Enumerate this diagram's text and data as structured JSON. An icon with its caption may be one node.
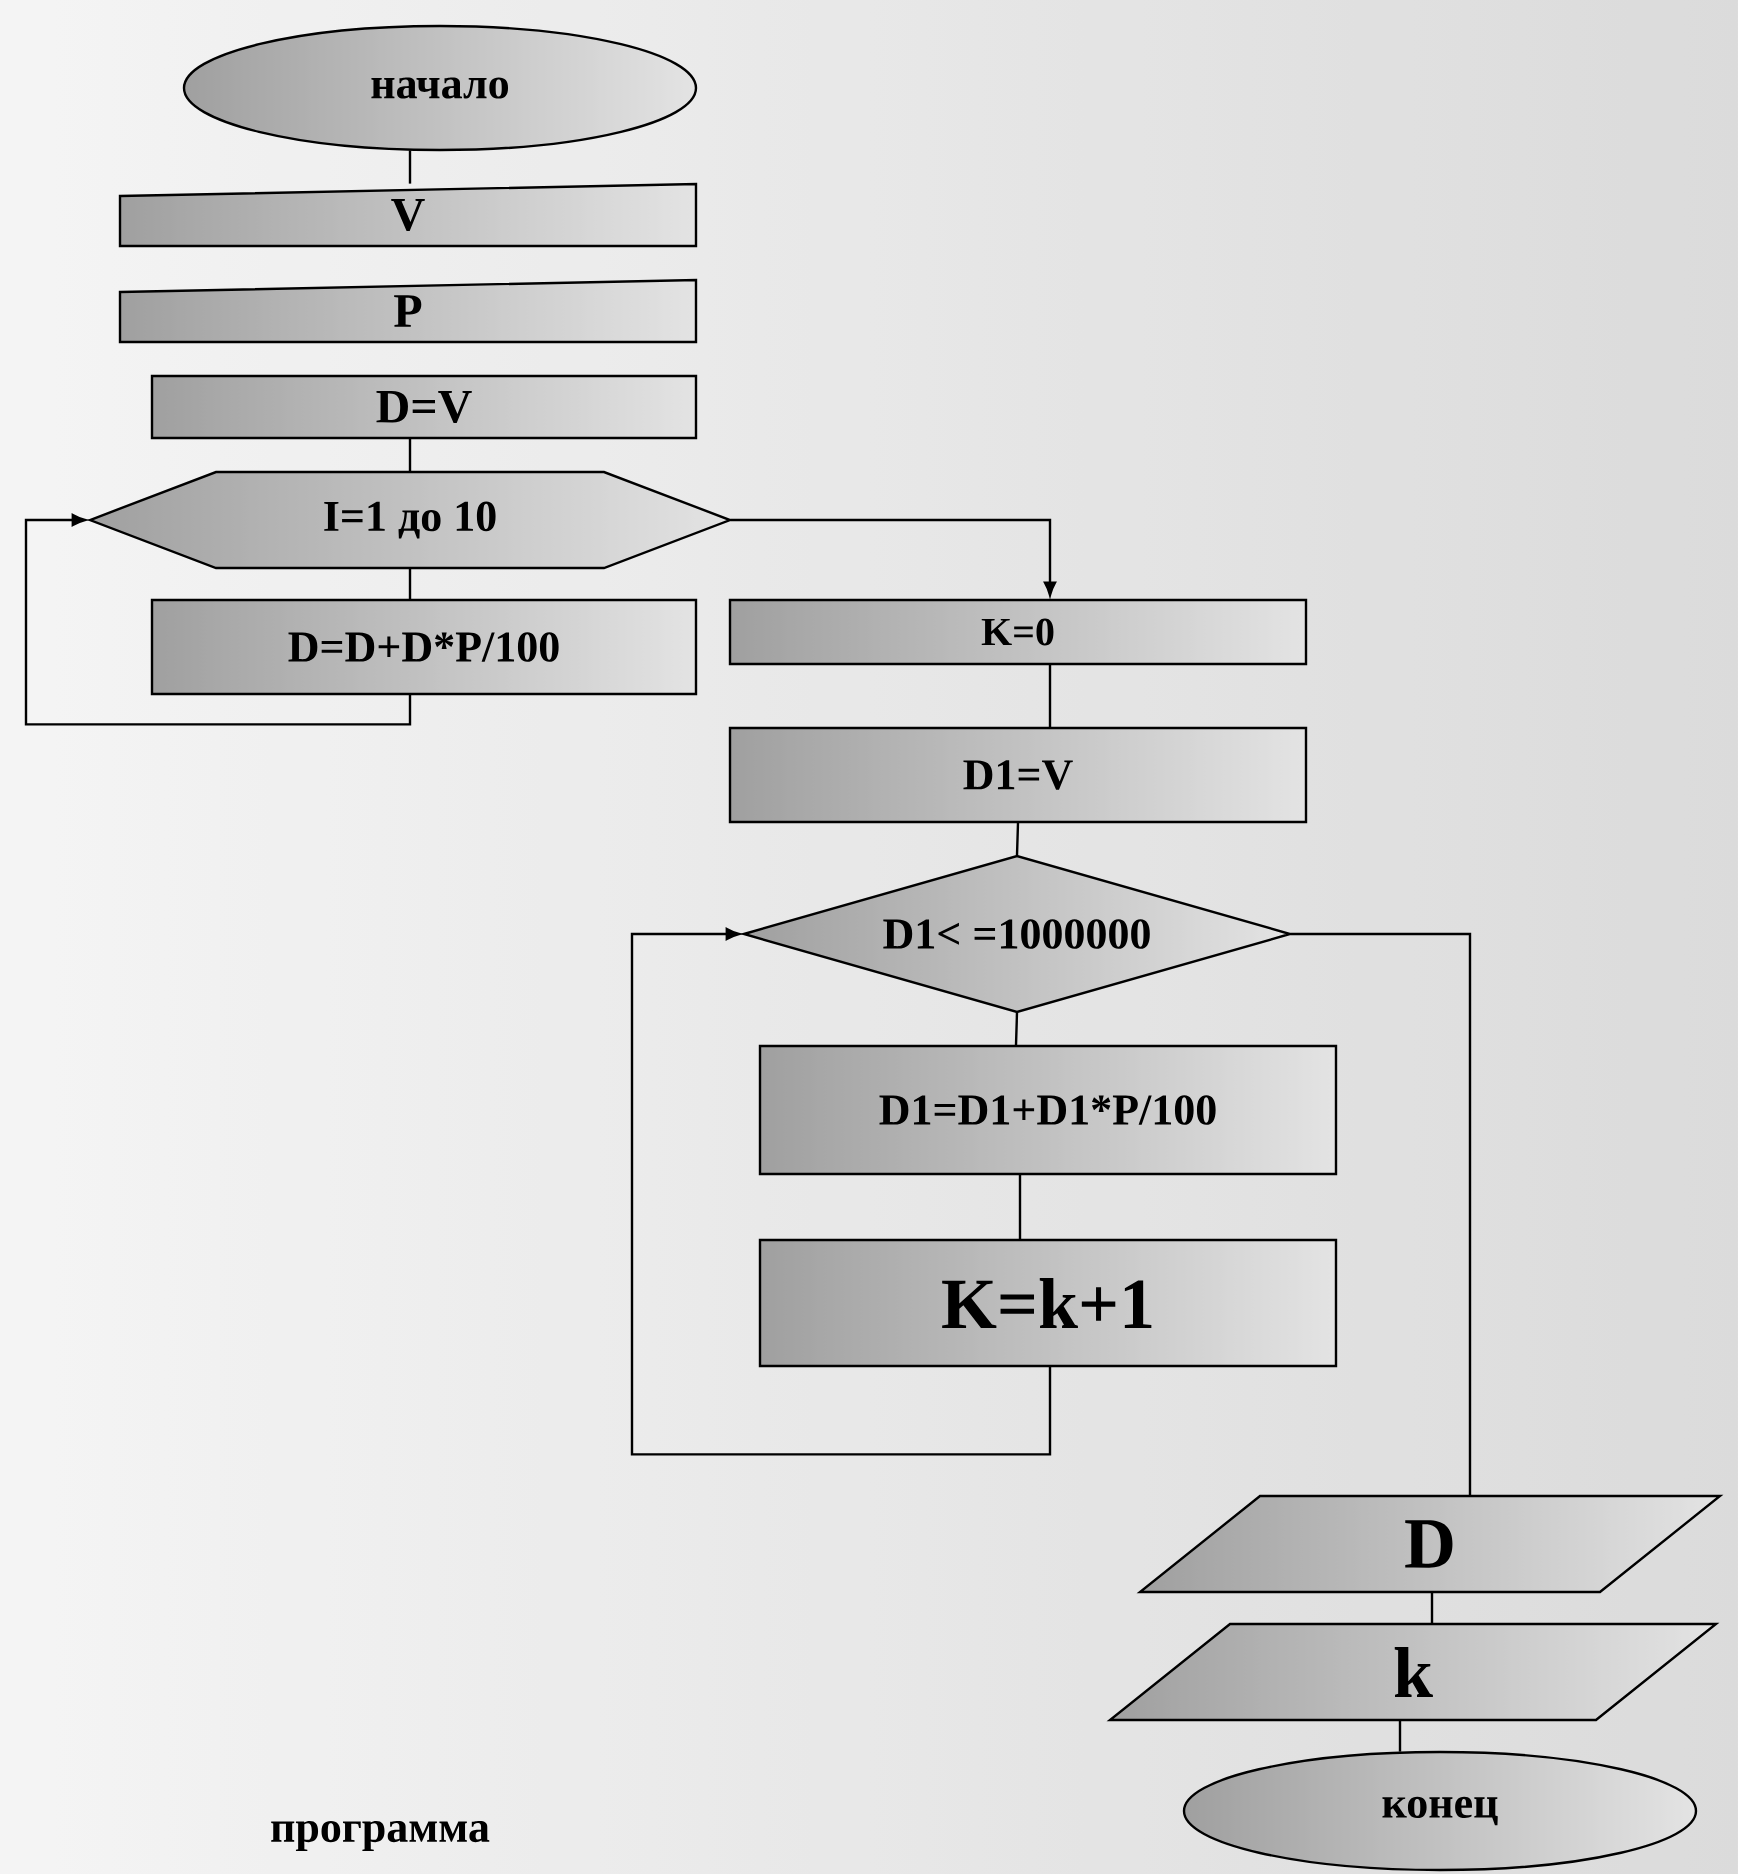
{
  "diagram": {
    "nodes": [
      {
        "text": [
          "начало"
        ]
      },
      {
        "text": [
          "V"
        ]
      },
      {
        "text": [
          "P"
        ]
      },
      {
        "text": [
          "D=V"
        ]
      },
      {
        "text": [
          "I=1 до 10"
        ]
      },
      {
        "text": [
          "D=D+D*P/100"
        ]
      },
      {
        "text": [
          "K=0"
        ]
      },
      {
        "text": [
          "D1=V"
        ]
      },
      {
        "text": [
          "D1< =1000000"
        ]
      },
      {
        "text": [
          "D1=D1+D1*P/100"
        ]
      },
      {
        "text": [
          "K=k+1"
        ]
      },
      {
        "text": [
          "D"
        ]
      },
      {
        "text": [
          "k"
        ]
      },
      {
        "text": [
          "конец"
        ]
      }
    ],
    "edges": [
      {
        "from": 0,
        "to": 1,
        "arrow": "none"
      },
      {
        "from": 3,
        "to": 4,
        "arrow": "none"
      },
      {
        "from": 4,
        "to": 5,
        "arrow": "none"
      },
      {
        "from": 5,
        "to": 4,
        "arrow": "to"
      },
      {
        "from": 4,
        "to": 6,
        "arrow": "to"
      },
      {
        "from": 6,
        "to": 7,
        "arrow": "none"
      },
      {
        "from": 7,
        "to": 8,
        "arrow": "none"
      },
      {
        "from": 8,
        "to": 9,
        "arrow": "none"
      },
      {
        "from": 9,
        "to": 10,
        "arrow": "none"
      },
      {
        "from": 10,
        "to": 8,
        "arrow": "to"
      },
      {
        "from": 8,
        "to": 11,
        "arrow": "none"
      },
      {
        "from": 11,
        "to": 12,
        "arrow": "none"
      },
      {
        "from": 12,
        "to": 13,
        "arrow": "none"
      }
    ],
    "labels": [
      "программа"
    ]
  }
}
